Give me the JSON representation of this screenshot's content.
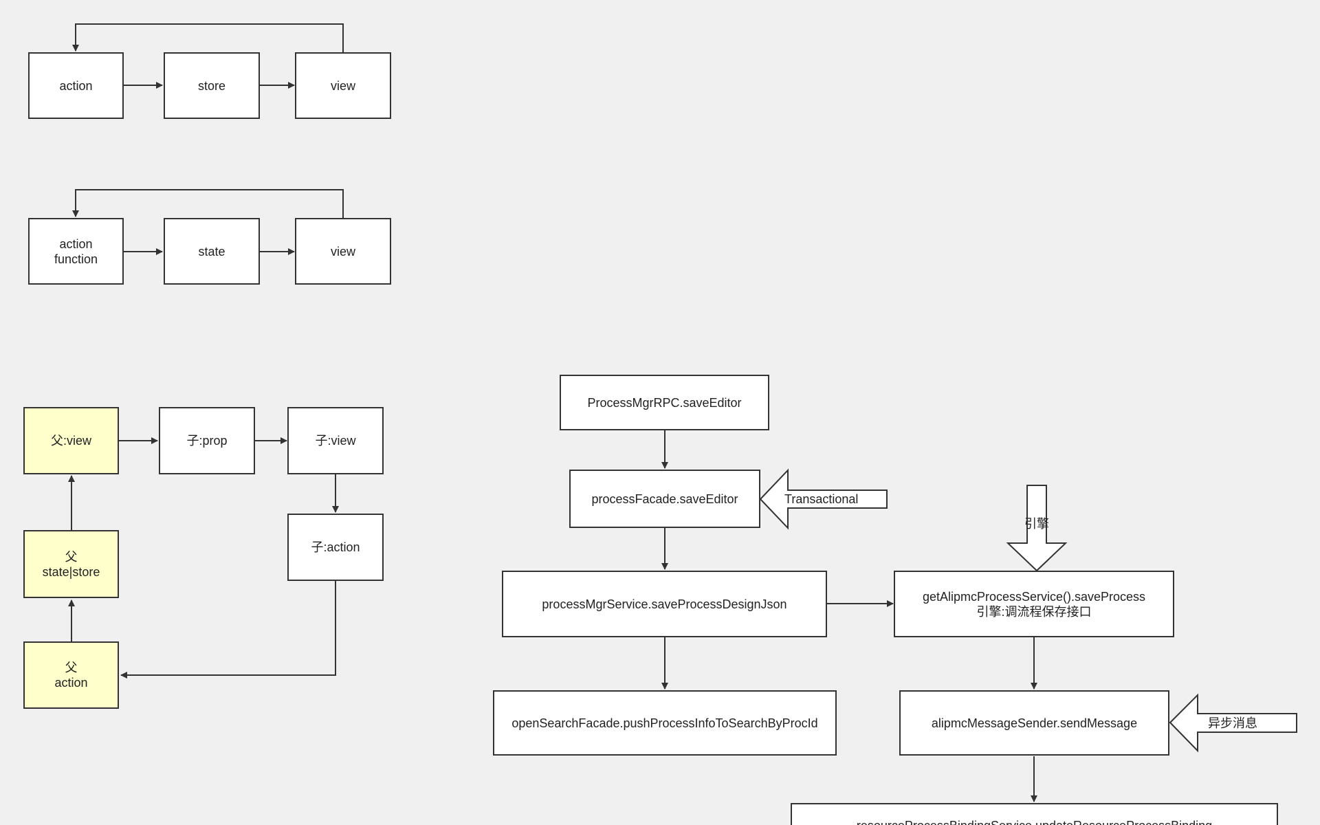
{
  "diagram1": {
    "action": "action",
    "store": "store",
    "view": "view"
  },
  "diagram2": {
    "action": "action\nfunction",
    "state": "state",
    "view": "view"
  },
  "diagram3": {
    "parent_view": "父:view",
    "child_prop": "子:prop",
    "child_view": "子:view",
    "child_action": "子:action",
    "parent_state": "父\nstate|store",
    "parent_action": "父\naction"
  },
  "diagram4": {
    "rpc": "ProcessMgrRPC.saveEditor",
    "facade": "processFacade.saveEditor",
    "transactional": "Transactional",
    "design_json": "processMgrService.saveProcessDesignJson",
    "engine_save": "getAlipmcProcessService().saveProcess\n引擎:调流程保存接口",
    "engine_label": "引擎",
    "open_search": "openSearchFacade.pushProcessInfoToSearchByProcId",
    "send_message": "alipmcMessageSender.sendMessage",
    "async_label": "异步消息",
    "binding": "resourceProcessBindingService.updateResourceProcessBinding"
  }
}
